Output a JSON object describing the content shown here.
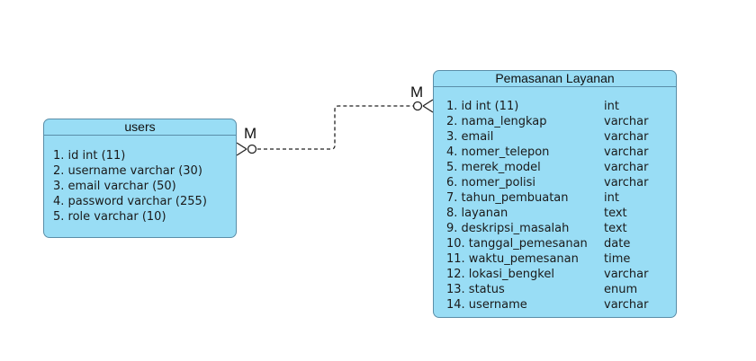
{
  "entities": {
    "users": {
      "title": "users",
      "attributes": [
        "1. id int (11)",
        "2. username varchar (30)",
        "3. email varchar (50)",
        "4. password varchar (255)",
        "5. role varchar (10)"
      ]
    },
    "pemasanan_layanan": {
      "title": "Pemasanan Layanan",
      "attributes": [
        {
          "name": "1. id int (11)",
          "type": "int"
        },
        {
          "name": "2. nama_lengkap",
          "type": "varchar"
        },
        {
          "name": "3. email",
          "type": "varchar"
        },
        {
          "name": "4. nomer_telepon",
          "type": "varchar"
        },
        {
          "name": "5. merek_model",
          "type": "varchar"
        },
        {
          "name": "6. nomer_polisi",
          "type": "varchar"
        },
        {
          "name": "7. tahun_pembuatan",
          "type": "int"
        },
        {
          "name": "8. layanan",
          "type": "text"
        },
        {
          "name": "9. deskripsi_masalah",
          "type": "text"
        },
        {
          "name": "10. tanggal_pemesanan",
          "type": "date"
        },
        {
          "name": "11. waktu_pemesanan",
          "type": "time"
        },
        {
          "name": "12. lokasi_bengkel",
          "type": "varchar"
        },
        {
          "name": "13. status",
          "type": "enum"
        },
        {
          "name": "14. username",
          "type": "varchar"
        }
      ]
    }
  },
  "relationship": {
    "users_cardinality": "M",
    "layanan_cardinality": "M",
    "users_notation": "zero-or-many",
    "layanan_notation": "zero-or-many"
  },
  "colors": {
    "entity_fill": "#99ddf5",
    "entity_border": "#5a8ea8",
    "connector": "#222222"
  }
}
